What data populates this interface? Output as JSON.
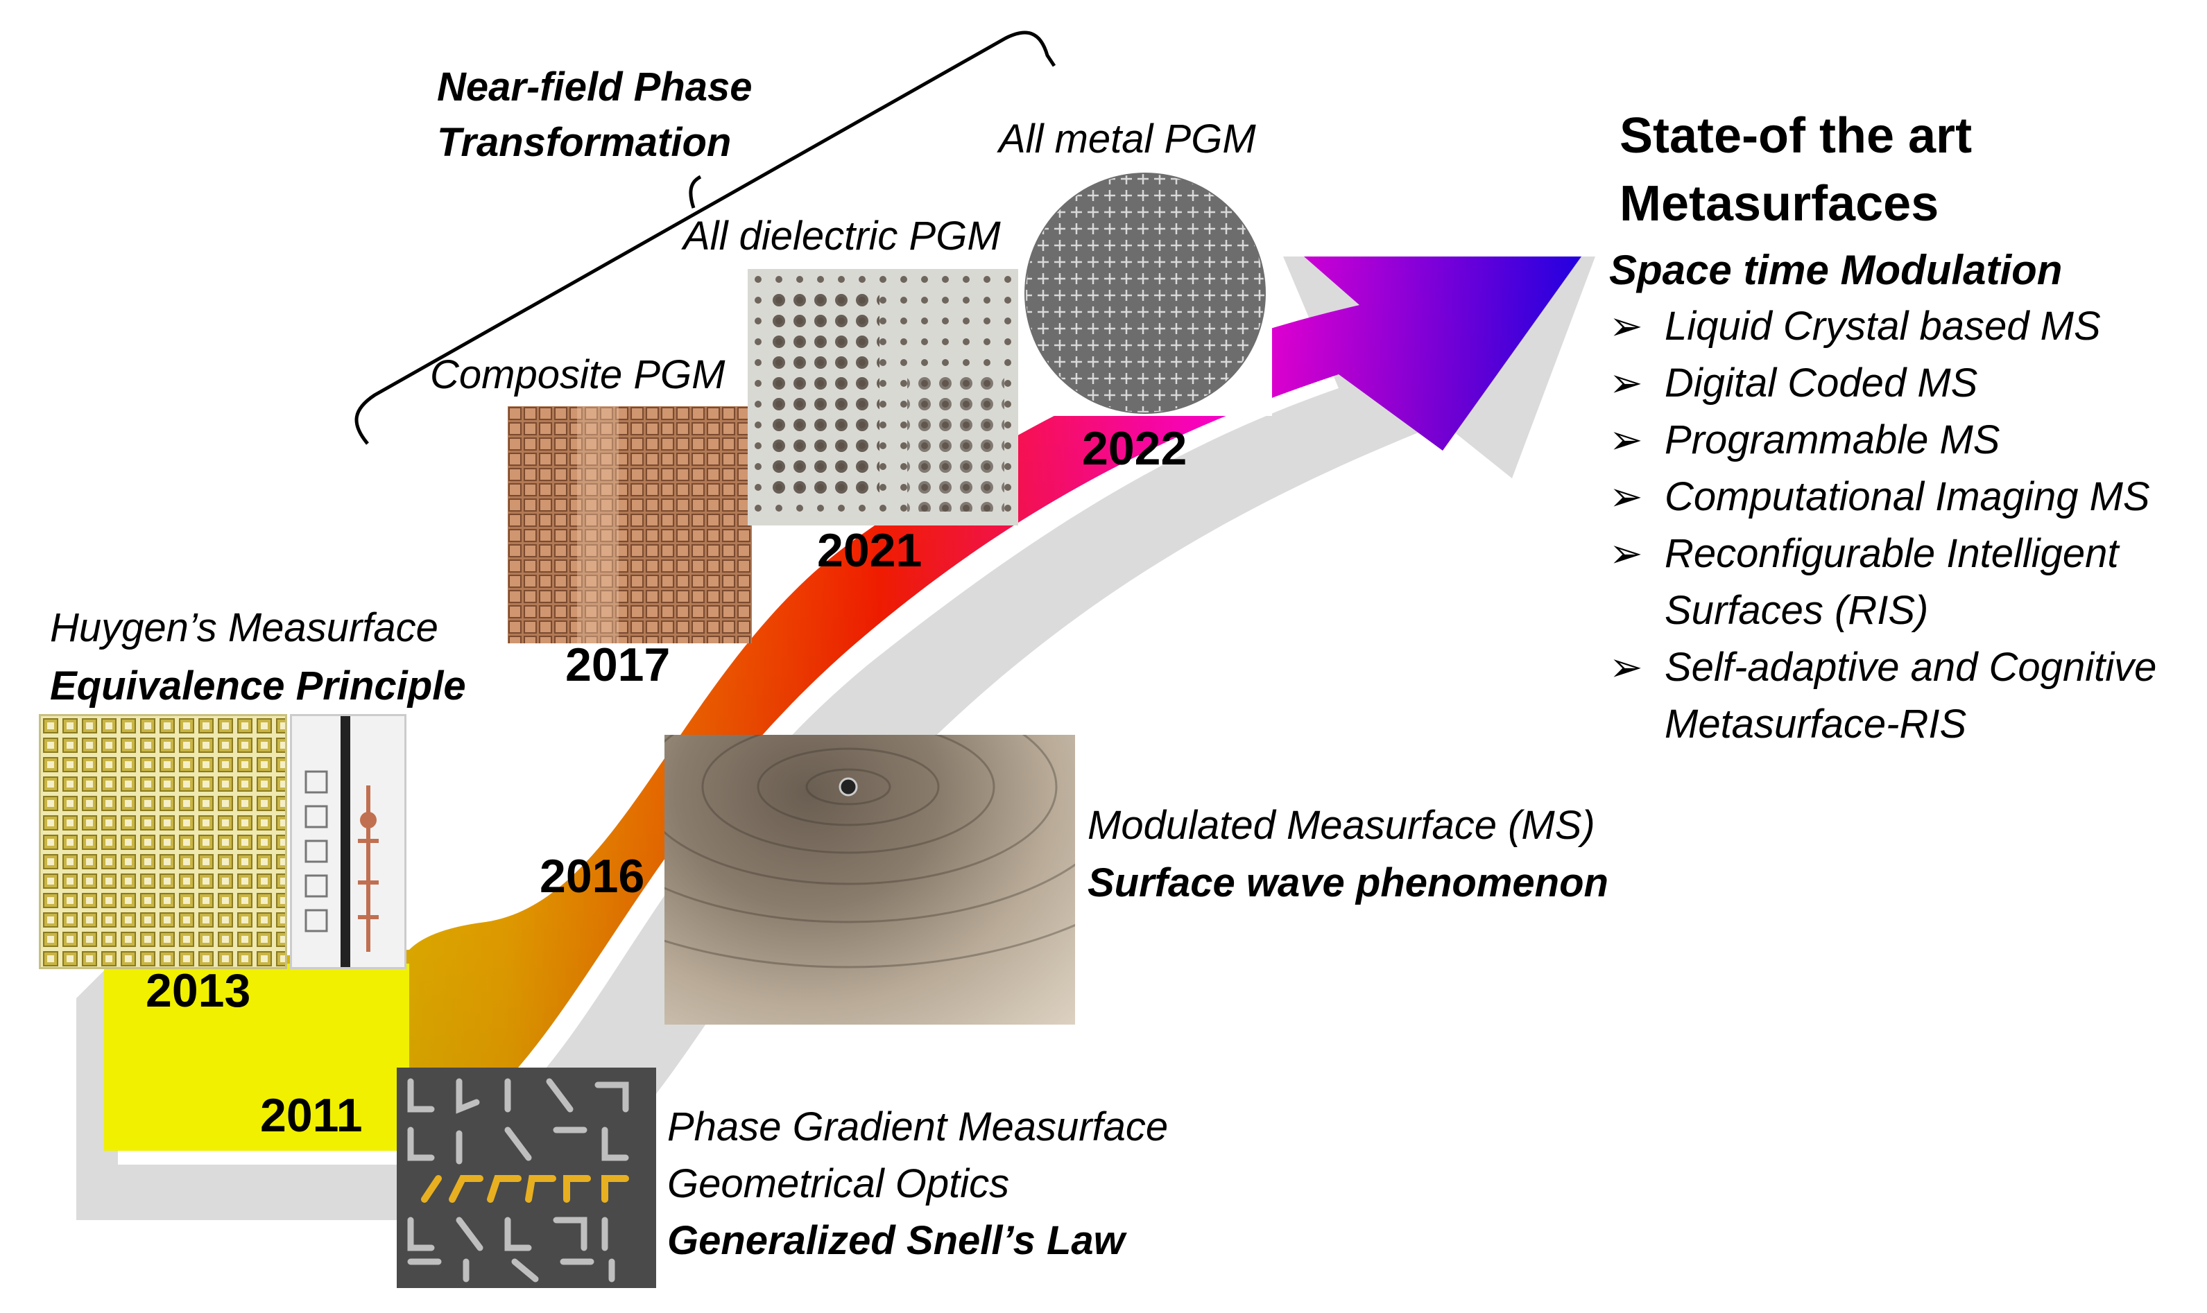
{
  "bracket_label": {
    "line1": "Near-field Phase",
    "line2": "Transformation"
  },
  "milestones": {
    "m2011": {
      "year": "2011",
      "line1": "Phase Gradient Measurface",
      "line2": "Geometrical Optics",
      "line3": "Generalized Snell’s Law"
    },
    "m2013": {
      "year": "2013",
      "line1": "Huygen’s Measurface",
      "line2": "Equivalence Principle"
    },
    "m2016": {
      "year": "2016",
      "line1": "Modulated Measurface (MS)",
      "line2": "Surface wave phenomenon"
    },
    "m2017": {
      "year": "2017",
      "caption": "Composite PGM"
    },
    "m2021": {
      "year": "2021",
      "caption": "All dielectric PGM"
    },
    "m2022": {
      "year": "2022",
      "caption": "All metal PGM"
    }
  },
  "state_of_art": {
    "title_line1": "State-of the art",
    "title_line2": "Metasurfaces",
    "subtitle": "Space time Modulation",
    "bullet_marker": "➢",
    "items": [
      "Liquid Crystal based MS",
      "Digital Coded MS",
      "Programmable MS",
      "Computational Imaging MS",
      "Reconfigurable Intelligent",
      "Surfaces (RIS)",
      "Self-adaptive and Cognitive",
      "Metasurface-RIS"
    ]
  },
  "colors": {
    "arrow_gradient": [
      "#f2f400",
      "#ffb000",
      "#ff1e00",
      "#ff00d0",
      "#1a00e0"
    ],
    "text": "#000000"
  }
}
